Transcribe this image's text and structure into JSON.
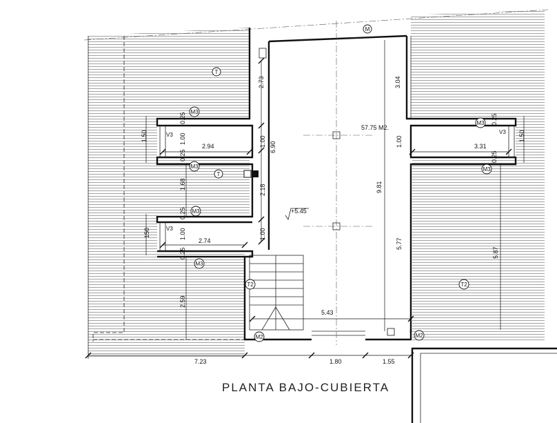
{
  "title": "PLANTA BAJO-CUBIERTA",
  "area_label": "57.75 M2.",
  "level_label": "+5.45",
  "dimensions": {
    "d_273": "2.73",
    "d_304": "3.04",
    "d_690": "6.90",
    "d_981": "9.81",
    "d_577": "5.77",
    "d_587": "5.87",
    "d_100a": "1.00",
    "d_100b": "1.00",
    "d_100_left1": "1.00",
    "d_100_left2": "1.00",
    "d_100_right": "1.00",
    "d_218": "2.18",
    "d_150_left": "1.50",
    "d_150_left2": "150",
    "d_150_right": "1.50",
    "d_025_1": "0.25",
    "d_025_2": "0.25",
    "d_025_3": "0.25",
    "d_025_4": "0.25",
    "d_025_r1": "0.25",
    "d_025_r2": "0.25",
    "d_168": "1.68",
    "d_259": "2.59",
    "d_294": "2.94",
    "d_274": "2.74",
    "d_331": "3.31",
    "d_543": "5.43",
    "d_723": "7.23",
    "d_180": "1.80",
    "d_155": "1.55"
  },
  "tags": {
    "m": "M",
    "t1": "T",
    "t2": "T",
    "m3_1": "M3",
    "m3_2": "M3",
    "m3_3": "M3",
    "m3_4": "M3",
    "m3_r1": "M3",
    "m3_r2": "M3",
    "v3_1": "V3",
    "v3_2": "V3",
    "v3_r": "V3",
    "t2_1": "T2",
    "t2_2": "T2",
    "m2_1": "M2",
    "m2_2": "M2"
  }
}
